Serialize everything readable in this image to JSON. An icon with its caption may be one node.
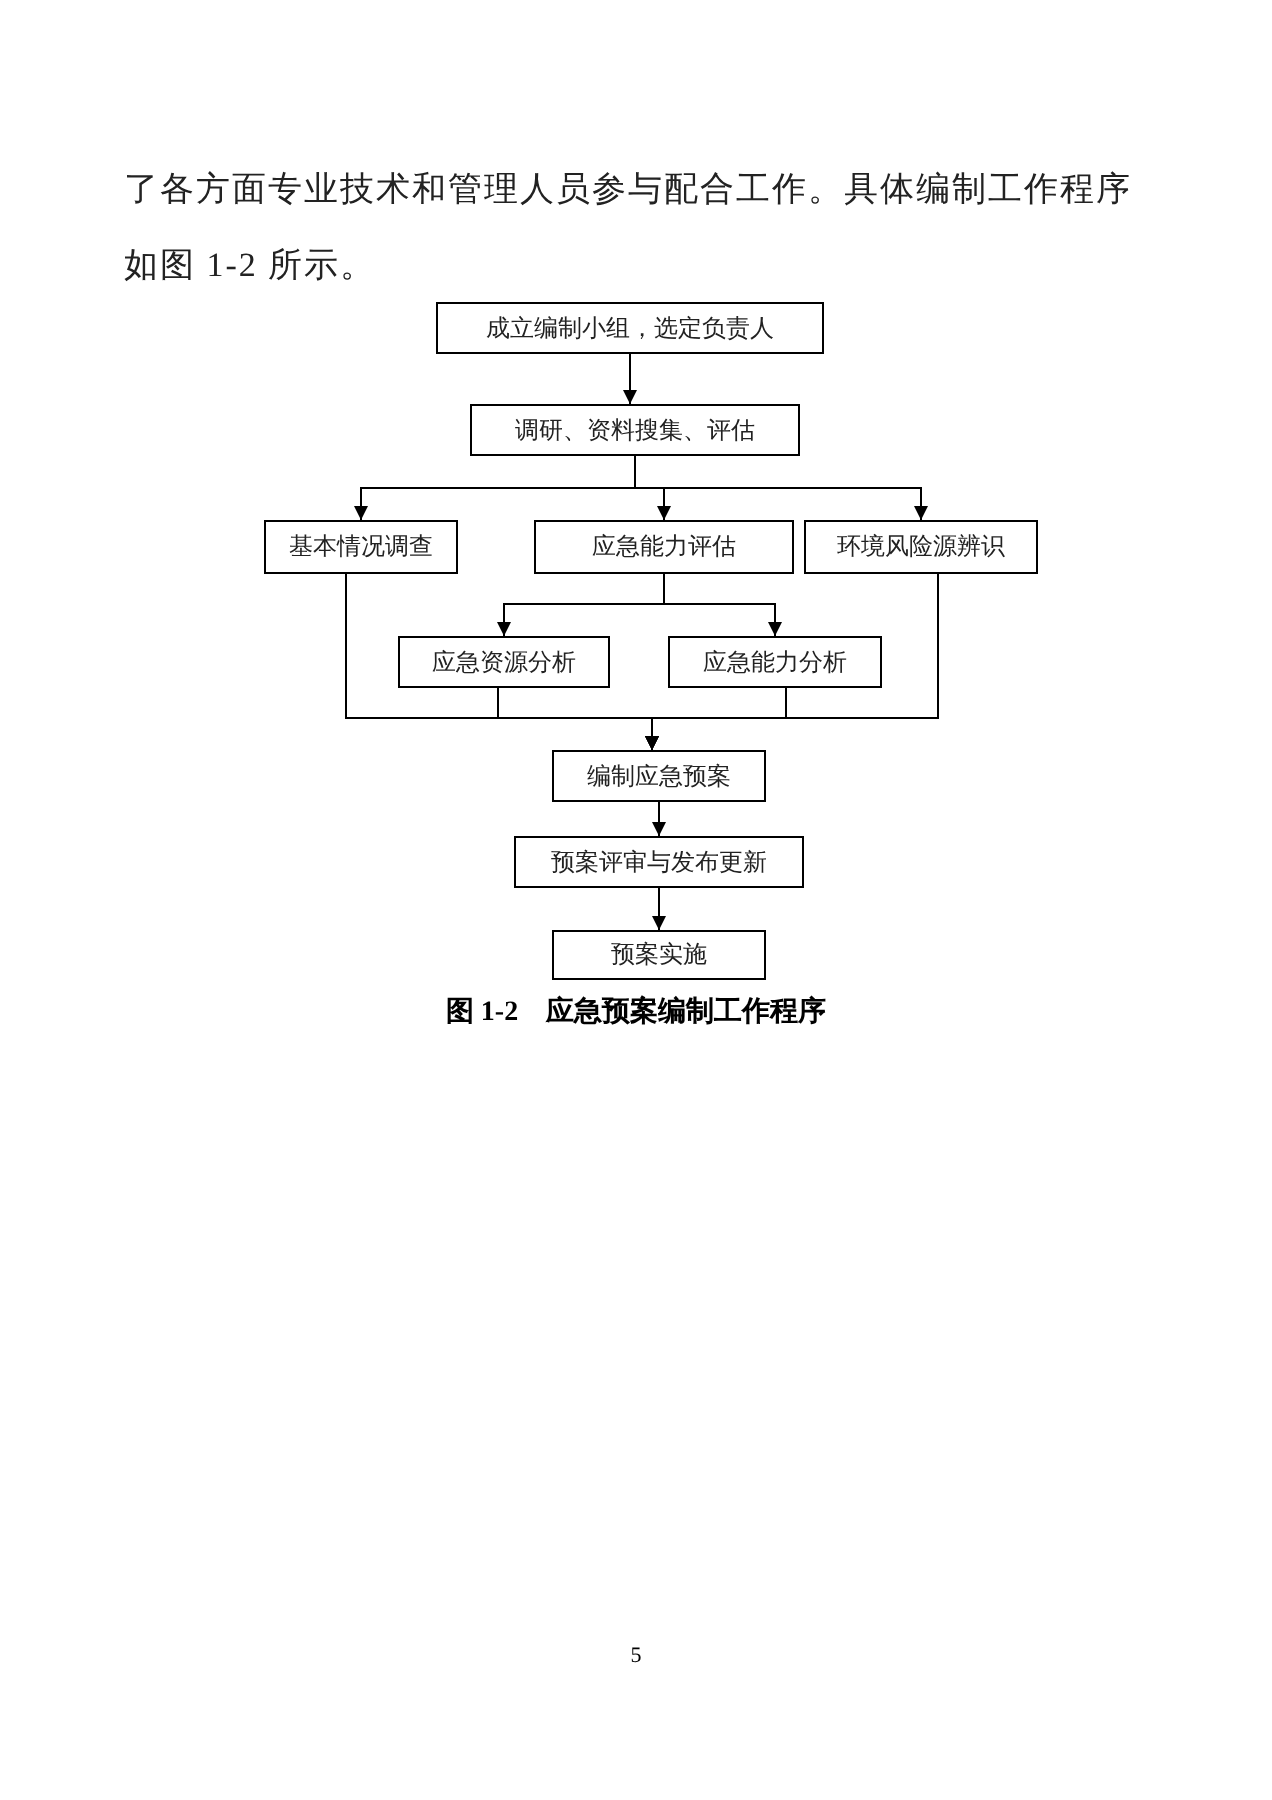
{
  "diagram": {
    "caption": "图 1-2　应急预案编制工作程序",
    "nodes": [
      {
        "text": [
          "成立编制小组，选定负责人"
        ]
      },
      {
        "text": [
          "调研、资料搜集、评估"
        ]
      },
      {
        "text": [
          "基本情况调查"
        ]
      },
      {
        "text": [
          "应急能力评估"
        ]
      },
      {
        "text": [
          "环境风险源辨识"
        ]
      },
      {
        "text": [
          "应急资源分析"
        ]
      },
      {
        "text": [
          "应急能力分析"
        ]
      },
      {
        "text": [
          "编制应急预案"
        ]
      },
      {
        "text": [
          "预案评审与发布更新"
        ]
      },
      {
        "text": [
          "预案实施"
        ]
      }
    ],
    "edges": [
      {
        "from": 0,
        "to": 1,
        "arrow": "to"
      },
      {
        "from": 1,
        "to": 2,
        "arrow": "to"
      },
      {
        "from": 1,
        "to": 3,
        "arrow": "to"
      },
      {
        "from": 1,
        "to": 4,
        "arrow": "to"
      },
      {
        "from": 3,
        "to": 5,
        "arrow": "to"
      },
      {
        "from": 3,
        "to": 6,
        "arrow": "to"
      },
      {
        "from": 2,
        "to": 7,
        "arrow": "to"
      },
      {
        "from": 5,
        "to": 7,
        "arrow": "to"
      },
      {
        "from": 6,
        "to": 7,
        "arrow": "to"
      },
      {
        "from": 4,
        "to": 7,
        "arrow": "to"
      },
      {
        "from": 7,
        "to": 8,
        "arrow": "to"
      },
      {
        "from": 8,
        "to": 9,
        "arrow": "to"
      }
    ],
    "labels": [
      "了各方面专业技术和管理人员参与配合工作。具体编制工作程序如图 1-2 所示。",
      "5"
    ]
  }
}
